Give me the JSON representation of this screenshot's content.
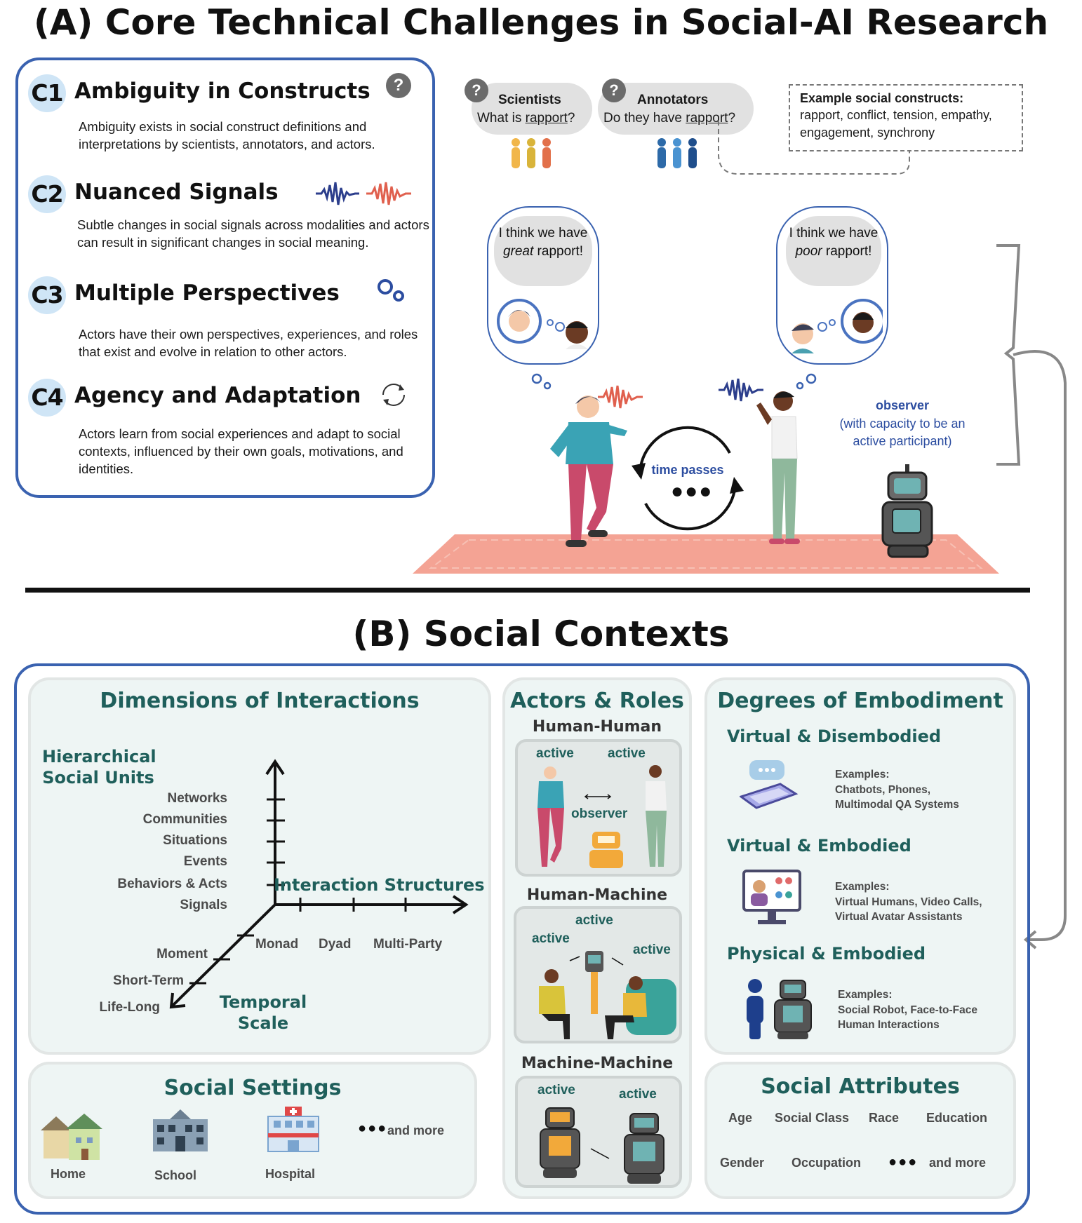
{
  "section_a": {
    "title": "(A) Core Technical Challenges in Social-AI Research",
    "challenges": [
      {
        "code": "C1",
        "title": "Ambiguity in Constructs",
        "desc": "Ambiguity exists in social construct definitions and interpretations by scientists, annotators, and actors.",
        "icon": "question-icon"
      },
      {
        "code": "C2",
        "title": "Nuanced Signals",
        "desc": "Subtle changes in social signals across modalities and actors can result in significant changes in social meaning.",
        "icon": "waveform-icon"
      },
      {
        "code": "C3",
        "title": "Multiple Perspectives",
        "desc": "Actors have their own perspectives, experiences, and roles that exist and evolve in relation to other actors.",
        "icon": "thought-bubble-icon"
      },
      {
        "code": "C4",
        "title": "Agency and Adaptation",
        "desc": "Actors learn from social experiences and adapt to social contexts, influenced by their own goals, motivations, and identities.",
        "icon": "cycle-arrows-icon"
      }
    ],
    "scene": {
      "scientists": {
        "label": "Scientists",
        "question_prefix": "What is ",
        "question_word": "rapport",
        "question_suffix": "?"
      },
      "annotators": {
        "label": "Annotators",
        "question_prefix": "Do they have ",
        "question_word": "rapport",
        "question_suffix": "?"
      },
      "examples_title": "Example social constructs:",
      "examples_text": "rapport, conflict, tension, empathy, engagement, synchrony",
      "left_thought": {
        "pre": "I think we have ",
        "em": "great",
        "post": " rapport!"
      },
      "right_thought": {
        "pre": "I think we have ",
        "em": "poor",
        "post": " rapport!"
      },
      "time_passes": "time passes",
      "observer": "observer",
      "observer_note": "(with capacity to be an active participant)",
      "question_mark": "?"
    }
  },
  "section_b": {
    "title": "(B) Social Contexts",
    "dimensions": {
      "title": "Dimensions of Interactions",
      "hier_title": "Hierarchical Social Units",
      "hier_levels": [
        "Networks",
        "Communities",
        "Situations",
        "Events",
        "Behaviors & Acts",
        "Signals"
      ],
      "structures_title": "Interaction Structures",
      "structures": [
        "Monad",
        "Dyad",
        "Multi-Party"
      ],
      "temporal_title": "Temporal Scale",
      "temporal": [
        "Moment",
        "Short-Term",
        "Life-Long"
      ]
    },
    "actors": {
      "title": "Actors & Roles",
      "hh": {
        "title": "Human-Human",
        "active1": "active",
        "active2": "active",
        "observer": "observer"
      },
      "hm": {
        "title": "Human-Machine",
        "top": "active",
        "left": "active",
        "right": "active"
      },
      "mm": {
        "title": "Machine-Machine",
        "left": "active",
        "right": "active"
      }
    },
    "embodiment": {
      "title": "Degrees of Embodiment",
      "items": [
        {
          "title": "Virtual & Disembodied",
          "examples_label": "Examples:",
          "examples": "Chatbots, Phones, Multimodal QA Systems"
        },
        {
          "title": "Virtual & Embodied",
          "examples_label": "Examples:",
          "examples": "Virtual Humans, Video Calls, Virtual Avatar Assistants"
        },
        {
          "title": "Physical & Embodied",
          "examples_label": "Examples:",
          "examples": "Social Robot, Face-to-Face Human Interactions"
        }
      ]
    },
    "settings": {
      "title": "Social Settings",
      "items": [
        "Home",
        "School",
        "Hospital"
      ],
      "more": "and more"
    },
    "attributes": {
      "title": "Social Attributes",
      "row1": [
        "Age",
        "Social Class",
        "Race",
        "Education"
      ],
      "row2": [
        "Gender",
        "Occupation"
      ],
      "more": "and more"
    }
  },
  "colors": {
    "teal": "#1f5f5b",
    "blue": "#3a62b0",
    "panel": "#eef5f4",
    "rug": "#f4a394"
  }
}
